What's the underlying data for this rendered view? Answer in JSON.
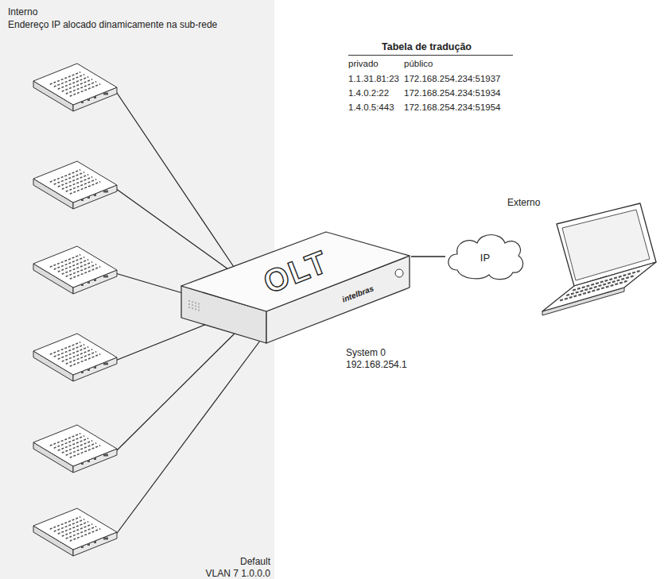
{
  "diagram": {
    "nodes": [
      {
        "text": [
          "Interno",
          "Endereço IP alocado dinamicamente na sub-rede"
        ]
      },
      {
        "text": [
          "OLT",
          "intelbras"
        ]
      },
      {
        "text": [
          "IP"
        ]
      },
      {
        "text": [
          "Externo"
        ]
      }
    ],
    "edges": [
      {
        "from": 1,
        "to": 2,
        "arrow": "none"
      }
    ],
    "labels": [
      "Tabela de tradução",
      "privado",
      "público",
      "1.1.31.81:23",
      "172.168.254.234:51937",
      "1.4.0.2:22",
      "172.168.254.234:51934",
      "1.4.0.5:443",
      "172.168.254.234:51954",
      "System 0",
      "192.168.254.1",
      "Default",
      "VLAN 7 1.0.0.0"
    ]
  }
}
